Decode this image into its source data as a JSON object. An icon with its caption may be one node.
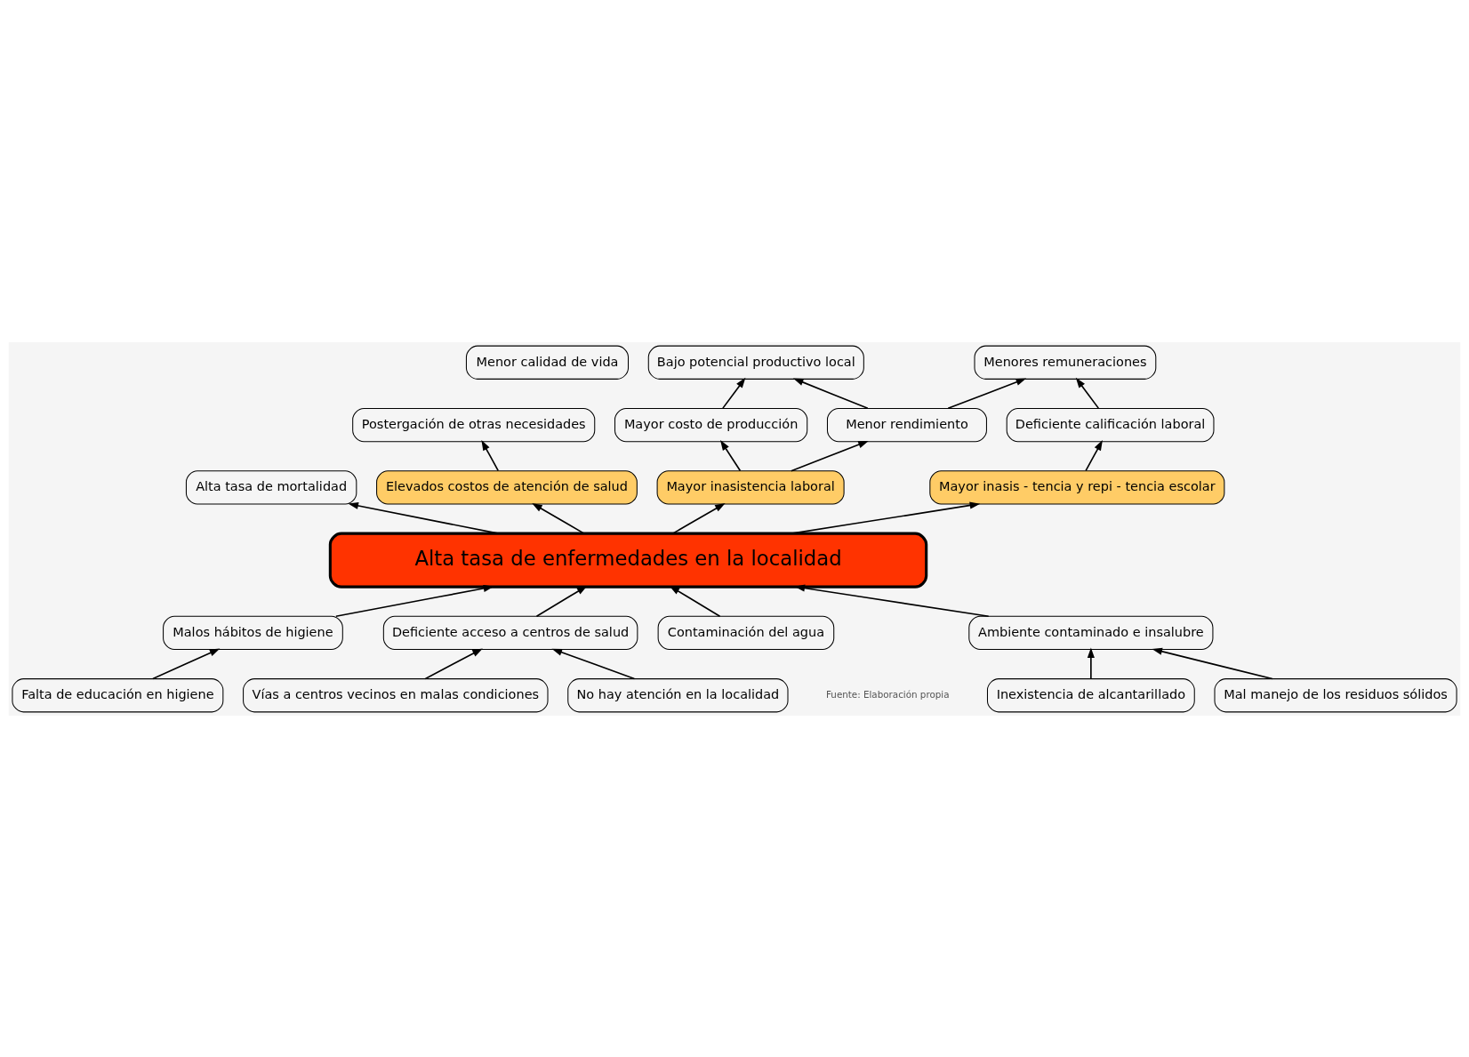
{
  "diagram": {
    "nodes": [
      {
        "text": [
          "Menor calidad de vida"
        ]
      },
      {
        "text": [
          "Bajo potencial productivo local"
        ]
      },
      {
        "text": [
          "Menores remuneraciones"
        ]
      },
      {
        "text": [
          "Postergación de otras necesidades"
        ]
      },
      {
        "text": [
          "Mayor costo de producción"
        ]
      },
      {
        "text": [
          "Menor rendimiento"
        ]
      },
      {
        "text": [
          "Deficiente calificación laboral"
        ]
      },
      {
        "text": [
          "Alta tasa de mortalidad"
        ]
      },
      {
        "text": [
          "Elevados costos de atención de salud"
        ]
      },
      {
        "text": [
          "Mayor inasistencia laboral"
        ]
      },
      {
        "text": [
          "Mayor inasis - tencia y repi - tencia escolar"
        ]
      },
      {
        "text": [
          "Alta tasa de enfermedades en la localidad"
        ]
      },
      {
        "text": [
          "Malos hábitos de higiene"
        ]
      },
      {
        "text": [
          "Deficiente acceso a centros de salud"
        ]
      },
      {
        "text": [
          "Contaminación del agua"
        ]
      },
      {
        "text": [
          "Ambiente contaminado e insalubre"
        ]
      },
      {
        "text": [
          "Falta de educación en higiene"
        ]
      },
      {
        "text": [
          "Inexistencia de alcantarillado"
        ]
      },
      {
        "text": [
          "Mal manejo de los residuos sólidos"
        ]
      },
      {
        "text": [
          "Vías a centros vecinos en malas condiciones"
        ]
      },
      {
        "text": [
          "No hay atención en la localidad"
        ]
      }
    ],
    "edges": [
      {
        "from": 4,
        "to": 1,
        "arrow": "to"
      },
      {
        "from": 5,
        "to": 1,
        "arrow": "to"
      },
      {
        "from": 5,
        "to": 2,
        "arrow": "to"
      },
      {
        "from": 6,
        "to": 2,
        "arrow": "to"
      },
      {
        "from": 8,
        "to": 3,
        "arrow": "to"
      },
      {
        "from": 9,
        "to": 4,
        "arrow": "to"
      },
      {
        "from": 9,
        "to": 5,
        "arrow": "to"
      },
      {
        "from": 10,
        "to": 6,
        "arrow": "to"
      },
      {
        "from": 11,
        "to": 7,
        "arrow": "to"
      },
      {
        "from": 11,
        "to": 8,
        "arrow": "to"
      },
      {
        "from": 11,
        "to": 9,
        "arrow": "to"
      },
      {
        "from": 11,
        "to": 10,
        "arrow": "to"
      },
      {
        "from": 12,
        "to": 11,
        "arrow": "to"
      },
      {
        "from": 13,
        "to": 11,
        "arrow": "to"
      },
      {
        "from": 14,
        "to": 11,
        "arrow": "to"
      },
      {
        "from": 15,
        "to": 11,
        "arrow": "to"
      },
      {
        "from": 16,
        "to": 12,
        "arrow": "to"
      },
      {
        "from": 19,
        "to": 13,
        "arrow": "to"
      },
      {
        "from": 20,
        "to": 13,
        "arrow": "to"
      },
      {
        "from": 17,
        "to": 15,
        "arrow": "to"
      },
      {
        "from": 18,
        "to": 15,
        "arrow": "to"
      }
    ],
    "labels": [
      "Fuente: Elaboración propia"
    ]
  }
}
